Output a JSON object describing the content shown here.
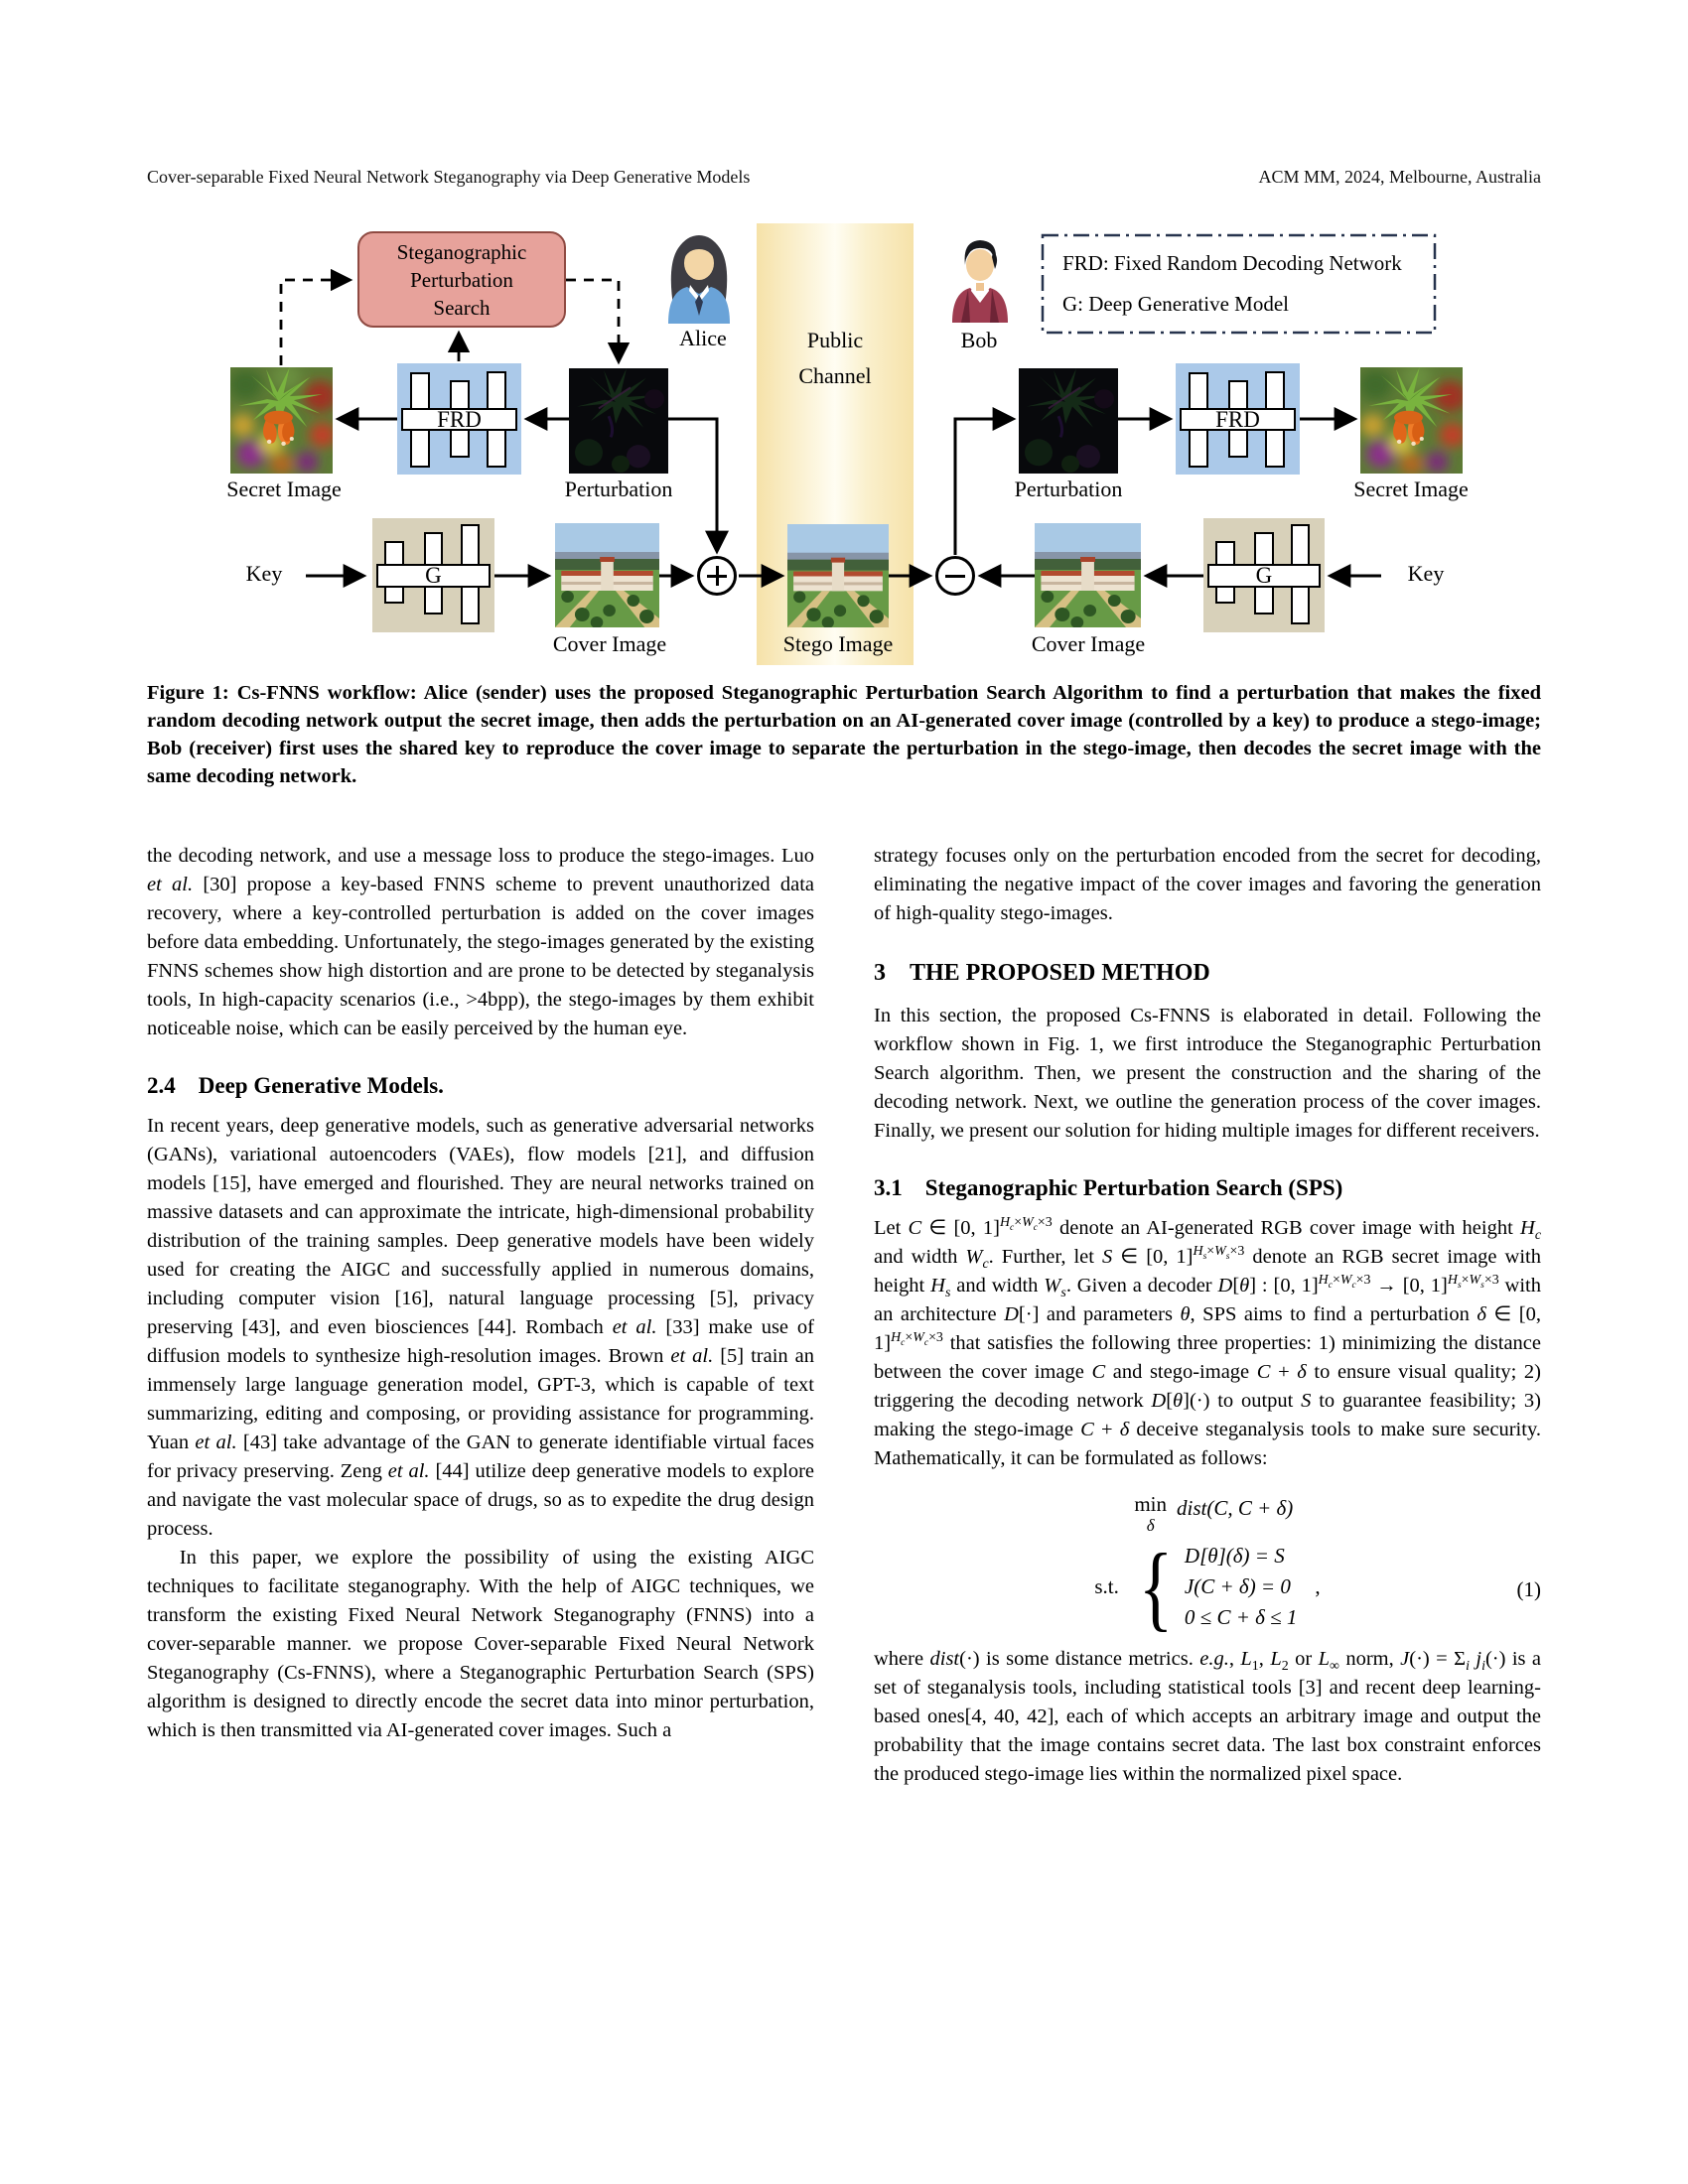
{
  "header": {
    "left": "Cover-separable Fixed Neural Network Steganography via Deep Generative Models",
    "right": "ACM MM, 2024, Melbourne, Australia"
  },
  "figure": {
    "sps": {
      "line1": "Steganographic",
      "line2": "Perturbation",
      "line3": "Search"
    },
    "alice_label": "Alice",
    "bob_label": "Bob",
    "public_channel": {
      "line1": "Public",
      "line2": "Channel"
    },
    "legend": {
      "line1": "FRD: Fixed Random Decoding Network",
      "line2": "G: Deep Generative Model"
    },
    "frd_label": "FRD",
    "g_label": "G",
    "labels": {
      "secret_left": "Secret Image",
      "perturbation_left": "Perturbation",
      "perturbation_right": "Perturbation",
      "secret_right": "Secret Image",
      "key_left": "Key",
      "key_right": "Key",
      "cover_left": "Cover Image",
      "stego": "Stego Image",
      "cover_right": "Cover Image"
    },
    "colors": {
      "sps_fill": "#e7a29b",
      "sps_border": "#8f4a42",
      "frd_fill": "#abc9e9",
      "g_fill": "#d8d1ba",
      "channel_band": "#f6e2a9"
    }
  },
  "caption": "Figure 1: Cs-FNNS workflow: Alice (sender) uses the proposed Steganographic Perturbation Search Algorithm to find a perturbation that makes the fixed random decoding network output the secret image, then adds the perturbation on an AI-generated cover image (controlled by a key) to produce a stego-image; Bob (receiver) first uses the shared key to reproduce the cover image to separate the perturbation in the stego-image, then decodes the secret image with the same decoding network.",
  "left_col": {
    "para1": "the decoding network, and use a message loss to produce the stego-images. Luo *et al.* [30] propose a key-based FNNS scheme to prevent unauthorized data recovery, where a key-controlled perturbation is added on the cover images before data embedding. Unfortunately, the stego-images generated by the existing FNNS schemes show high distortion and are prone to be detected by steganalysis tools, In high-capacity scenarios (i.e., >4bpp), the stego-images by them exhibit noticeable noise, which can be easily perceived by the human eye.",
    "heading_24": "2.4 Deep Generative Models.",
    "para2": "In recent years, deep generative models, such as generative adversarial networks (GANs), variational autoencoders (VAEs), flow models [21], and diffusion models [15], have emerged and flourished. They are neural networks trained on massive datasets and can approximate the intricate, high-dimensional probability distribution of the training samples. Deep generative models have been widely used for creating the AIGC and successfully applied in numerous domains, including computer vision [16], natural language processing [5], privacy preserving [43], and even biosciences [44]. Rombach *et al.* [33] make use of diffusion models to synthesize high-resolution images. Brown *et al.* [5] train an immensely large language generation model, GPT-3, which is capable of text summarizing, editing and composing, or providing assistance for programming. Yuan *et al.* [43] take advantage of the GAN to generate identifiable virtual faces for privacy preserving. Zeng *et al.* [44] utilize deep generative models to explore and navigate the vast molecular space of drugs, so as to expedite the drug design process.",
    "para3": "In this paper, we explore the possibility of using the existing AIGC techniques to facilitate steganography. With the help of AIGC techniques, we transform the existing Fixed Neural Network Steganography (FNNS) into a cover-separable manner. we propose Cover-separable Fixed Neural Network Steganography (Cs-FNNS), where a Steganographic Perturbation Search (SPS) algorithm is designed to directly encode the secret data into minor perturbation, which is then transmitted via AI-generated cover images. Such a"
  },
  "right_col": {
    "para1": "strategy focuses only on the perturbation encoded from the secret for decoding, eliminating the negative impact of the cover images and favoring the generation of high-quality stego-images.",
    "heading_3": "3 THE PROPOSED METHOD",
    "para2": "In this section, the proposed Cs-FNNS is elaborated in detail. Following the workflow shown in Fig. 1, we first introduce the Steganographic Perturbation Search algorithm. Then, we present the construction and the sharing of the decoding network. Next, we outline the generation process of the cover images. Finally, we present our solution for hiding multiple images for different receivers.",
    "heading_31": "3.1 Steganographic Perturbation Search (SPS)",
    "para3": "Let *C* ∈ [0, 1]^{*H_{c}*×*W_{c}*×3} denote an AI-generated RGB cover image with height *H_{c}* and width *W_{c}*. Further, let *S* ∈ [0, 1]^{*H_{s}*×*W_{s}*×3} denote an RGB secret image with height *H_{s}* and width *W_{s}*. Given a decoder *D*[*θ*] : [0, 1]^{*H_{c}*×*W_{c}*×3} → [0, 1]^{*H_{s}*×*W_{s}*×3} with an architecture *D*[·] and parameters *θ*, SPS aims to find a perturbation *δ* ∈ [0, 1]^{*H_{c}*×*W_{c}*×3} that satisfies the following three properties: 1) minimizing the distance between the cover image *C* and stego-image *C* + *δ* to ensure visual quality; 2) triggering the decoding network *D*[*θ*](·) to output *S* to guarantee feasibility; 3) making the stego-image *C* + *δ* deceive steganalysis tools to make sure security. Mathematically, it can be formulated as follows:",
    "equation": {
      "min_op": "min",
      "min_sub": "δ",
      "objective": "dist(C, C + δ)",
      "st": "s.t.",
      "brace": "{",
      "constraint1": "*D*[*θ*](*δ*) = *S*",
      "constraint2": "*J*(*C* + *δ*) = 0",
      "constraint3": "0 ≤ *C* + *δ* ≤ 1",
      "comma": ",",
      "number": "(1)"
    },
    "para4": "where *dist*(·) is some distance metrics. *e.g.*, *L*_{1}, *L*_{2} or *L*_{∞} norm, *J*(·) = Σ_{*i*} *j*_{*i*}(·) is a set of steganalysis tools, including statistical tools [3] and recent deep learning-based ones[4, 40, 42], each of which accepts an arbitrary image and output the probability that the image contains secret data. The last box constraint enforces the produced stego-image lies within the normalized pixel space."
  }
}
